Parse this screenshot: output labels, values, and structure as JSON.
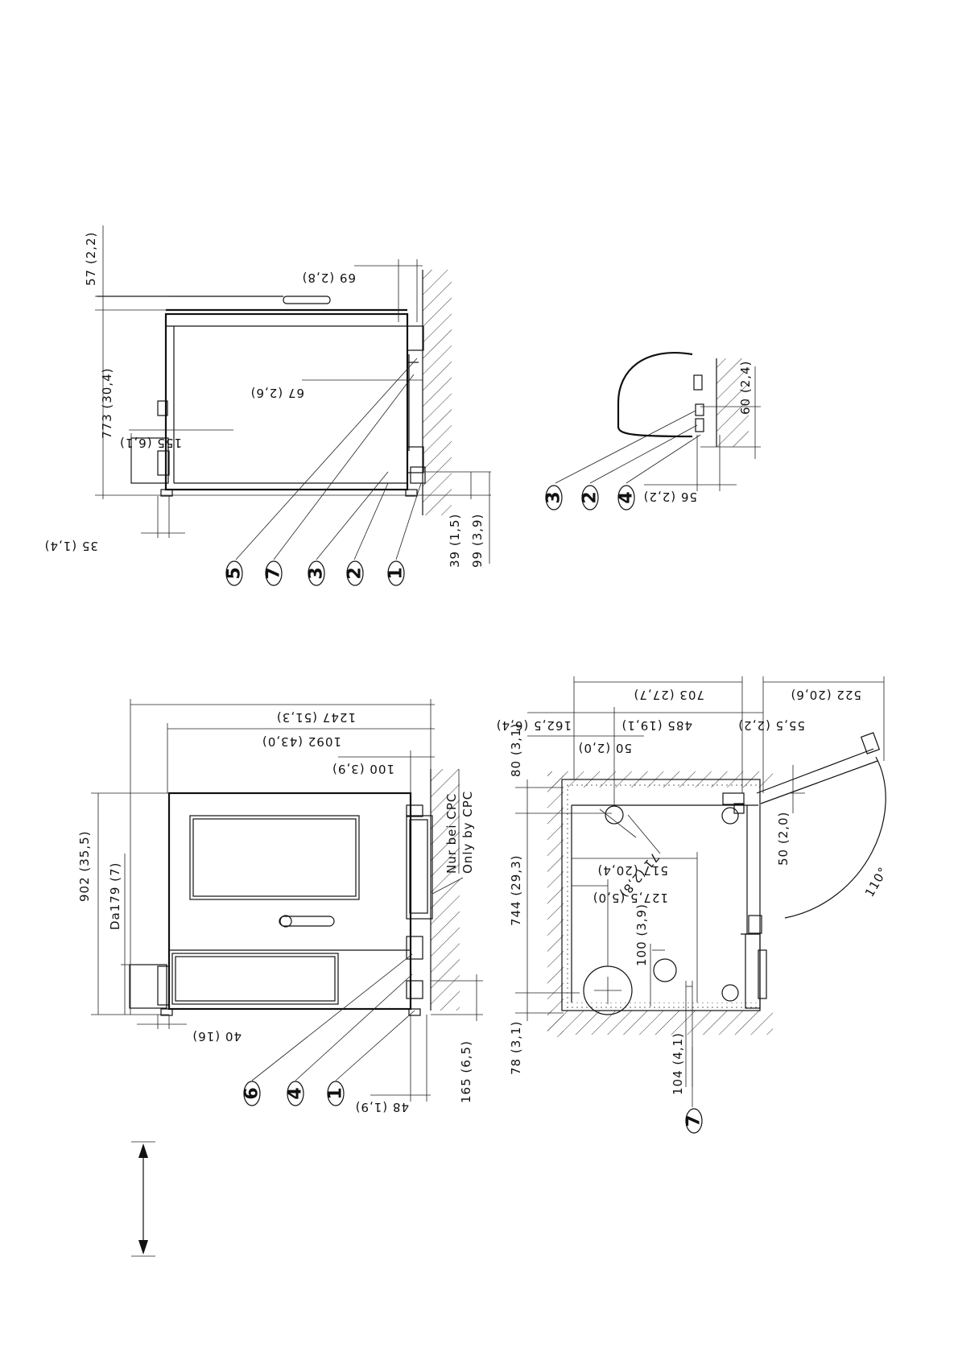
{
  "dimensions": {
    "side_view": {
      "d57": "57 (2,2)",
      "d69": "69 (2,8)",
      "d773": "773 (30,4)",
      "d67": "67 (2,6)",
      "d155": "155 (6,1)",
      "d35": "35 (1,4)",
      "d39": "39 (1,5)",
      "d99": "99 (3,9)"
    },
    "detail_view": {
      "d60": "60 (2,4)",
      "d56": "56 (2,2)"
    },
    "front_view": {
      "d1247": "1247 (51,3)",
      "d1092": "1092 (43,0)",
      "d100": "100 (3,9)",
      "d902": "902 (35,5)",
      "d179": "Da179 (7)",
      "d40": "40 (16)",
      "d48": "48 (1,9)",
      "d165": "165 (6,5)",
      "cpc_de": "Nur bei CPC",
      "cpc_en": "Only by CPC"
    },
    "plan_view": {
      "d522": "522 (20,6)",
      "d703": "703 (27,7)",
      "d1625": "162,5 (6,4)",
      "d485": "485 (19,1)",
      "d555": "55,5 (2,2)",
      "d50a": "50 (2,0)",
      "d80": "80 (3,1)",
      "d71": "71 (2,8)",
      "d517": "517 (20,4)",
      "d1275": "127,5 (5,0)",
      "d744": "744 (29,3)",
      "d100b": "100 (3,9)",
      "d78": "78 (3,1)",
      "d104": "104 (4,1)",
      "d50b": "50 (2,0)",
      "angle": "110°"
    }
  },
  "callouts": {
    "side": [
      "5",
      "7",
      "3",
      "2",
      "1"
    ],
    "detail": [
      "3",
      "2",
      "4"
    ],
    "front": [
      "6",
      "4",
      "1"
    ],
    "plan": [
      "7"
    ]
  },
  "colors": {
    "line": "#111111",
    "background": "#ffffff"
  }
}
